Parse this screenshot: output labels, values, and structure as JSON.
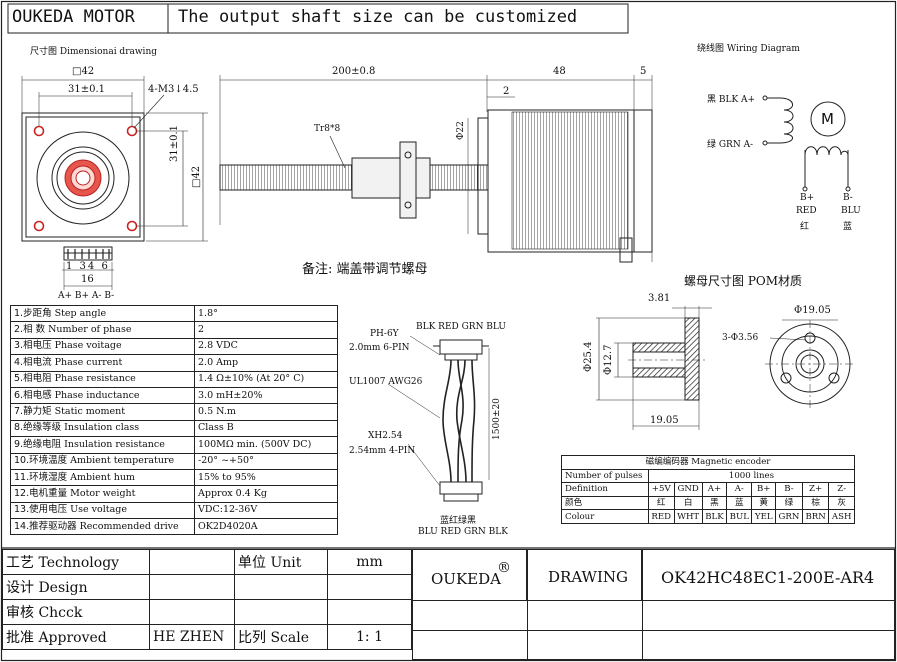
{
  "header": {
    "brand": "OUKEDA MOTOR",
    "note": "The output shaft size can be customized"
  },
  "dim_drawing": {
    "title": "尺寸图 Dimensionai drawing",
    "square": "□42",
    "hole_spacing_top": "31±0.1",
    "screw_spec": "4-M3↓4.5",
    "hole_spacing_side": "31±0.1",
    "side_square": "□42",
    "connector_pins": "1 34 6",
    "connector_width": "16",
    "pin_labels": "A+ B+ A- B-",
    "total_length": "200±0.8",
    "body_length": "48",
    "flange_length": "5",
    "boss_length": "2",
    "boss_dia": "Φ22",
    "screw_thread": "Tr8*8",
    "remark": "备注: 端盖带调节螺母"
  },
  "wiring": {
    "title": "绕线图 Wiring Diagram",
    "a_plus": "黑 BLK A+",
    "a_minus": "绿 GRN A-",
    "motor": "M",
    "b_plus": "B+",
    "b_minus": "B-",
    "red": "RED",
    "red_cn": "红",
    "blu": "BLU",
    "blu_cn": "蓝"
  },
  "nut": {
    "title": "螺母尺寸图 POM材质",
    "flange_thick": "3.81",
    "outer_dia": "Φ19.05",
    "flange_dia": "Φ25.4",
    "body_dia": "Φ12.7",
    "length": "19.05",
    "holes": "3-Φ3.56"
  },
  "cable": {
    "connector_top": "PH-6Y",
    "pitch_top": "2.0mm 6-PIN",
    "wires_top": "BLK RED GRN BLU",
    "wire_type": "UL1007 AWG26",
    "length": "1500±20",
    "connector_bottom": "XH2.54",
    "pitch_bottom": "2.54mm 4-PIN",
    "colors_cn": "蓝红绿黑",
    "wires_bottom": "BLU RED GRN BLK"
  },
  "specs": [
    {
      "no": "1.",
      "label": "步距角 Step angle",
      "value": "1.8°"
    },
    {
      "no": "2.",
      "label": "相  数 Number of phase",
      "value": "2"
    },
    {
      "no": "3.",
      "label": "相电压 Phase voitage",
      "value": "2.8 VDC"
    },
    {
      "no": "4.",
      "label": "相电流 Phase current",
      "value": "2.0 Amp"
    },
    {
      "no": "5.",
      "label": "相电阻 Phase resistance",
      "value": "1.4 Ω±10% (At 20° C)"
    },
    {
      "no": "6.",
      "label": "相电感 Phase inductance",
      "value": "3.0 mH±20%"
    },
    {
      "no": "7.",
      "label": "静力矩 Static moment",
      "value": "0.5 N.m"
    },
    {
      "no": "8.",
      "label": "绝缘等级 Insulation class",
      "value": "Class B"
    },
    {
      "no": "9.",
      "label": "绝缘电阻 Insulation resistance",
      "value": "100MΩ min. (500V DC)"
    },
    {
      "no": "10.",
      "label": "环境温度 Ambient temperature",
      "value": "-20° ~+50°"
    },
    {
      "no": "11.",
      "label": "环境湿度 Ambient hum",
      "value": "15% to 95%"
    },
    {
      "no": "12.",
      "label": "电机重量 Motor weight",
      "value": "Approx 0.4 Kg"
    },
    {
      "no": "13.",
      "label": "使用电压 Use voltage",
      "value": "VDC:12-36V"
    },
    {
      "no": "14.",
      "label": "推荐驱动器 Recommended drive",
      "value": "OK2D4020A"
    }
  ],
  "encoder": {
    "title": "磁编编码器 Magnetic encoder",
    "pulses_label": "Number of pulses",
    "pulses_value": "1000 lines",
    "definition_label": "Definition",
    "definition": [
      "+5V",
      "GND",
      "A+",
      "A-",
      "B+",
      "B-",
      "Z+",
      "Z-"
    ],
    "color_cn_label": "颜色",
    "color_cn": [
      "红",
      "白",
      "黑",
      "蓝",
      "黄",
      "绿",
      "棕",
      "灰"
    ],
    "colour_label": "Colour",
    "colour": [
      "RED",
      "WHT",
      "BLK",
      "BUL",
      "YEL",
      "GRN",
      "BRN",
      "ASH"
    ]
  },
  "title_block": {
    "technology": "工艺 Technology",
    "design": "设计 Design",
    "check": "审核 Chcck",
    "approved": "批准 Approved",
    "approver": "HE ZHEN",
    "unit_label": "单位 Unit",
    "unit_value": "mm",
    "scale_label": "比列 Scale",
    "scale_value": "1: 1",
    "company": "OUKEDA",
    "registered": "®",
    "drawing_label": "DRAWING",
    "model": "OK42HC48EC1-200E-AR4"
  }
}
